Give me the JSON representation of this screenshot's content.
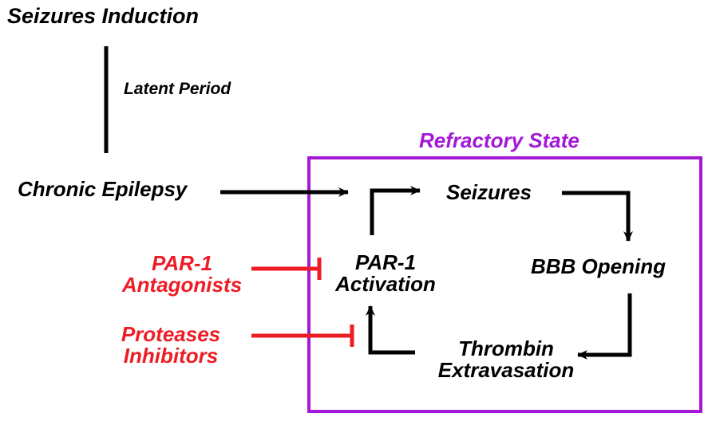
{
  "colors": {
    "text": "#000000",
    "inhibitor": "#ee1c25",
    "refractory": "#a319d6"
  },
  "labels": {
    "seizures_induction": "Seizures Induction",
    "latent_period": "Latent Period",
    "chronic_epilepsy": "Chronic Epilepsy",
    "refractory_state": "Refractory State",
    "seizures": "Seizures",
    "bbb_opening": "BBB Opening",
    "par1_activation": [
      "PAR-1",
      "Activation"
    ],
    "thrombin_extravasation": [
      "Thrombin",
      "Extravasation"
    ],
    "par1_antagonists": [
      "PAR-1",
      "Antagonists"
    ],
    "proteases_inhibitors": [
      "Proteases",
      "Inhibitors"
    ]
  }
}
